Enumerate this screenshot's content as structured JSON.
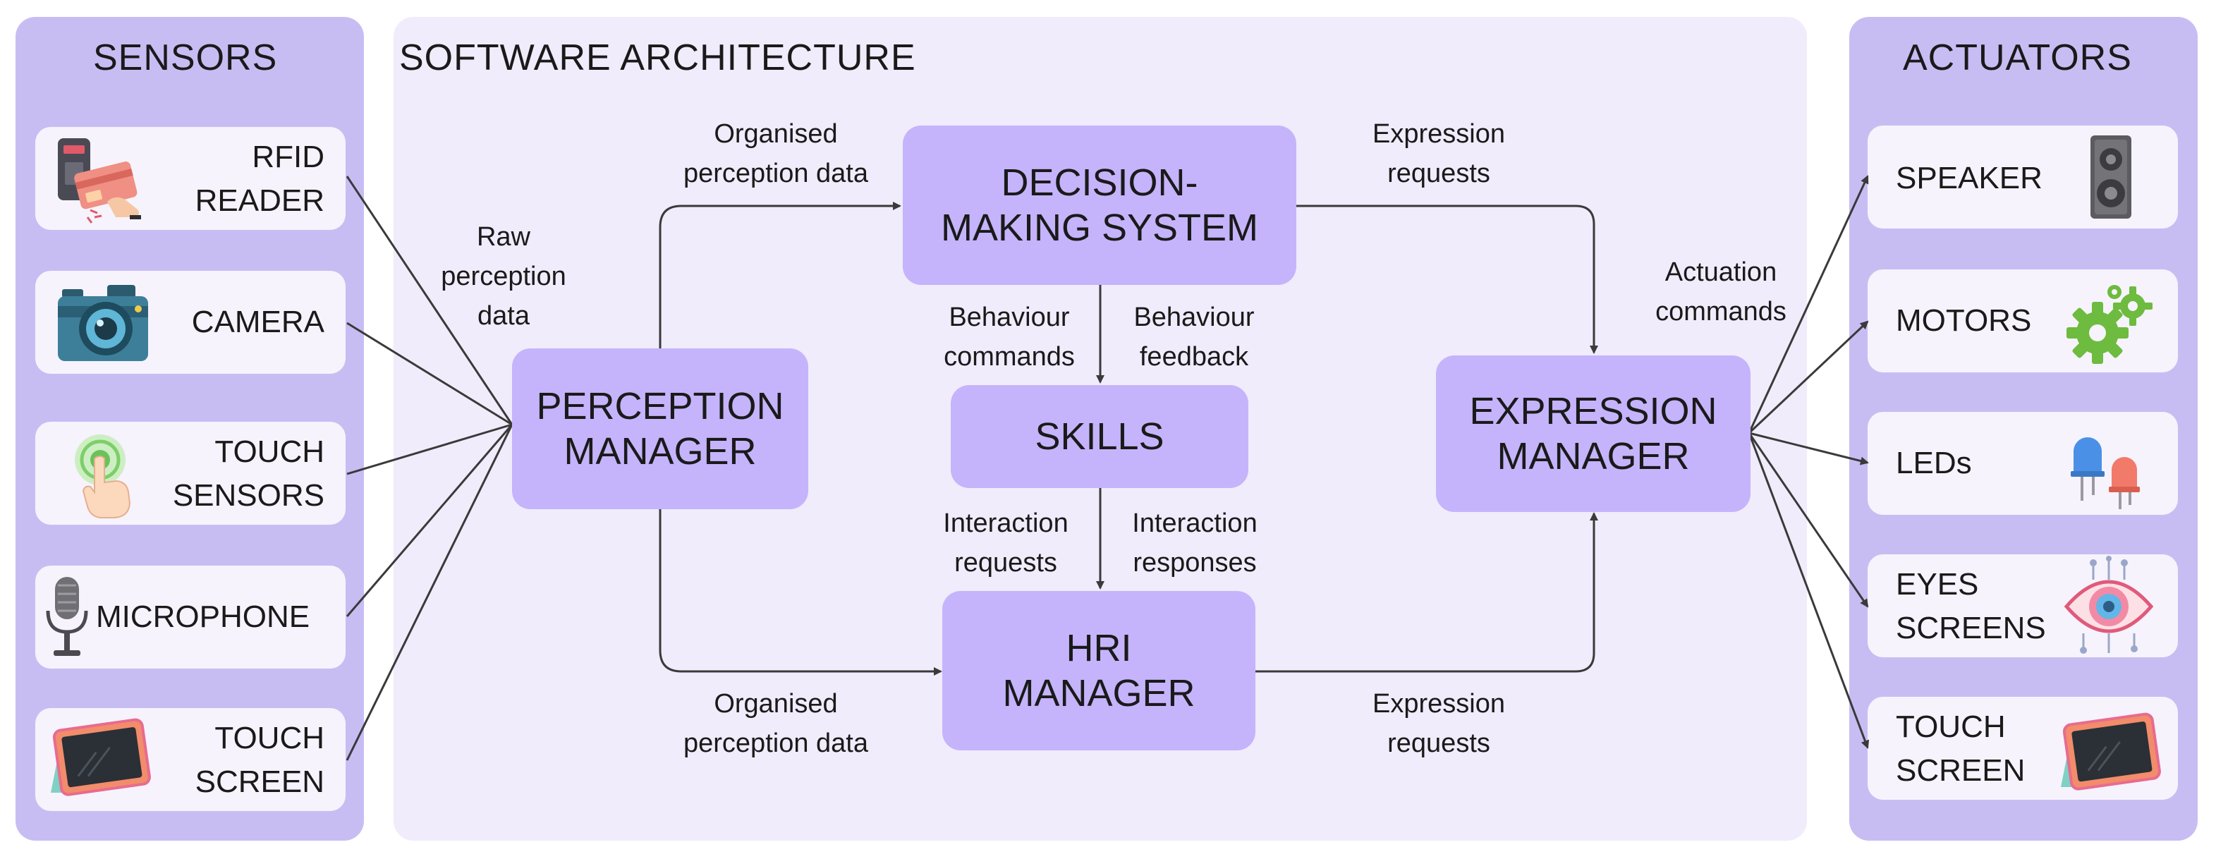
{
  "sensors": {
    "title": "SENSORS",
    "items": [
      {
        "line1": "RFID",
        "line2": "READER",
        "icon": "rfid-card-reader-icon"
      },
      {
        "line1": "CAMERA",
        "line2": "",
        "icon": "camera-icon"
      },
      {
        "line1": "TOUCH",
        "line2": "SENSORS",
        "icon": "touch-finger-icon"
      },
      {
        "line1": "MICROPHONE",
        "line2": "",
        "icon": "microphone-icon"
      },
      {
        "line1": "TOUCH",
        "line2": "SCREEN",
        "icon": "tablet-icon"
      }
    ]
  },
  "architecture": {
    "title": "SOFTWARE ARCHITECTURE",
    "modules": {
      "perception": {
        "line1": "PERCEPTION",
        "line2": "MANAGER"
      },
      "decision": {
        "line1": "DECISION-",
        "line2": "MAKING SYSTEM"
      },
      "skills": {
        "line1": "SKILLS"
      },
      "hri": {
        "line1": "HRI",
        "line2": "MANAGER"
      },
      "expression": {
        "line1": "EXPRESSION",
        "line2": "MANAGER"
      }
    },
    "labels": {
      "raw": [
        "Raw",
        "perception",
        "data"
      ],
      "org_top": [
        "Organised",
        "perception data"
      ],
      "org_bottom": [
        "Organised",
        "perception data"
      ],
      "expr_top": [
        "Expression",
        "requests"
      ],
      "expr_bottom": [
        "Expression",
        "requests"
      ],
      "actuation": [
        "Actuation",
        "commands"
      ],
      "beh_cmd": [
        "Behaviour",
        "commands"
      ],
      "beh_fb": [
        "Behaviour",
        "feedback"
      ],
      "int_req": [
        "Interaction",
        "requests"
      ],
      "int_resp": [
        "Interaction",
        "responses"
      ]
    }
  },
  "actuators": {
    "title": "ACTUATORS",
    "items": [
      {
        "line1": "SPEAKER",
        "line2": "",
        "icon": "speaker-icon"
      },
      {
        "line1": "MOTORS",
        "line2": "",
        "icon": "gears-icon"
      },
      {
        "line1": "LEDs",
        "line2": "",
        "icon": "led-icon"
      },
      {
        "line1": "EYES",
        "line2": "SCREENS",
        "icon": "eye-screen-icon"
      },
      {
        "line1": "TOUCH",
        "line2": "SCREEN",
        "icon": "tablet-icon"
      }
    ]
  },
  "colors": {
    "side_panel": "#c8bdf3",
    "center_panel": "#f0ecfb",
    "card": "#f6f3fd",
    "module": "#c5b4fb",
    "line": "#3a3a3a"
  }
}
